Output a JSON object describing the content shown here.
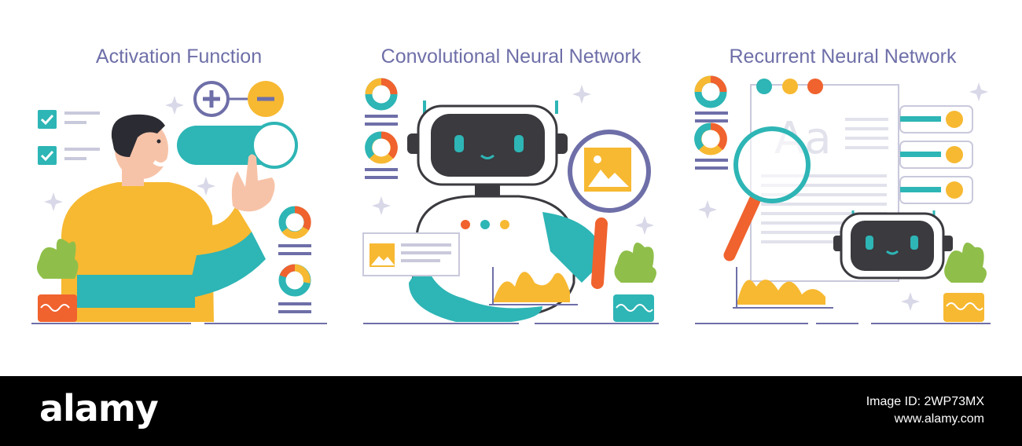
{
  "panels": [
    {
      "title": "Activation Function"
    },
    {
      "title": "Convolutional Neural Network"
    },
    {
      "title": "Recurrent Neural Network"
    }
  ],
  "colors": {
    "teal": "#2eb5b5",
    "orange": "#f0622e",
    "yellow": "#f7b932",
    "navy": "#6e6fa8",
    "robotDark": "#3a3a3f",
    "footer": "#000000"
  },
  "footer": {
    "logo": "alamy",
    "image_id": "Image ID: 2WP73MX",
    "site": "www.alamy.com"
  }
}
